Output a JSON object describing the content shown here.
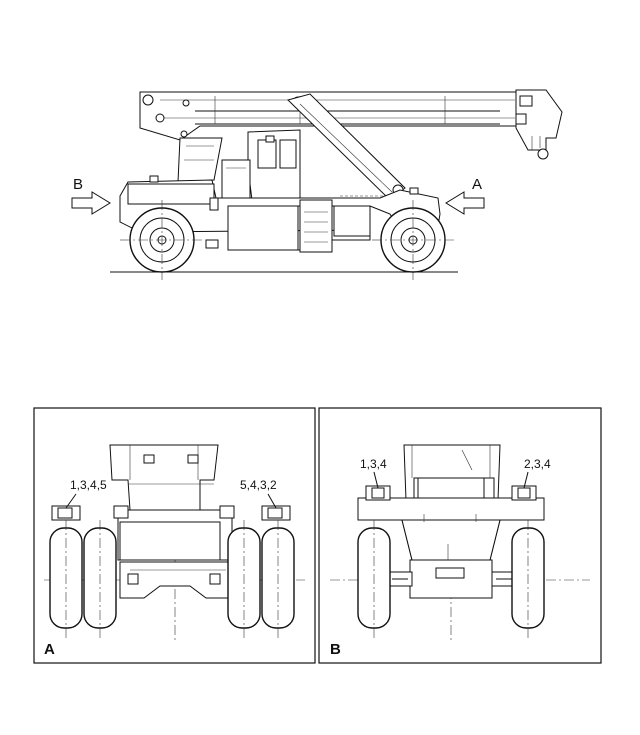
{
  "side_view": {
    "view_marker_left": "B",
    "view_marker_right": "A"
  },
  "panel_a": {
    "panel_label": "A",
    "callout_left": "1,3,4,5",
    "callout_right": "5,4,3,2"
  },
  "panel_b": {
    "panel_label": "B",
    "callout_left": "1,3,4",
    "callout_right": "2,3,4"
  }
}
